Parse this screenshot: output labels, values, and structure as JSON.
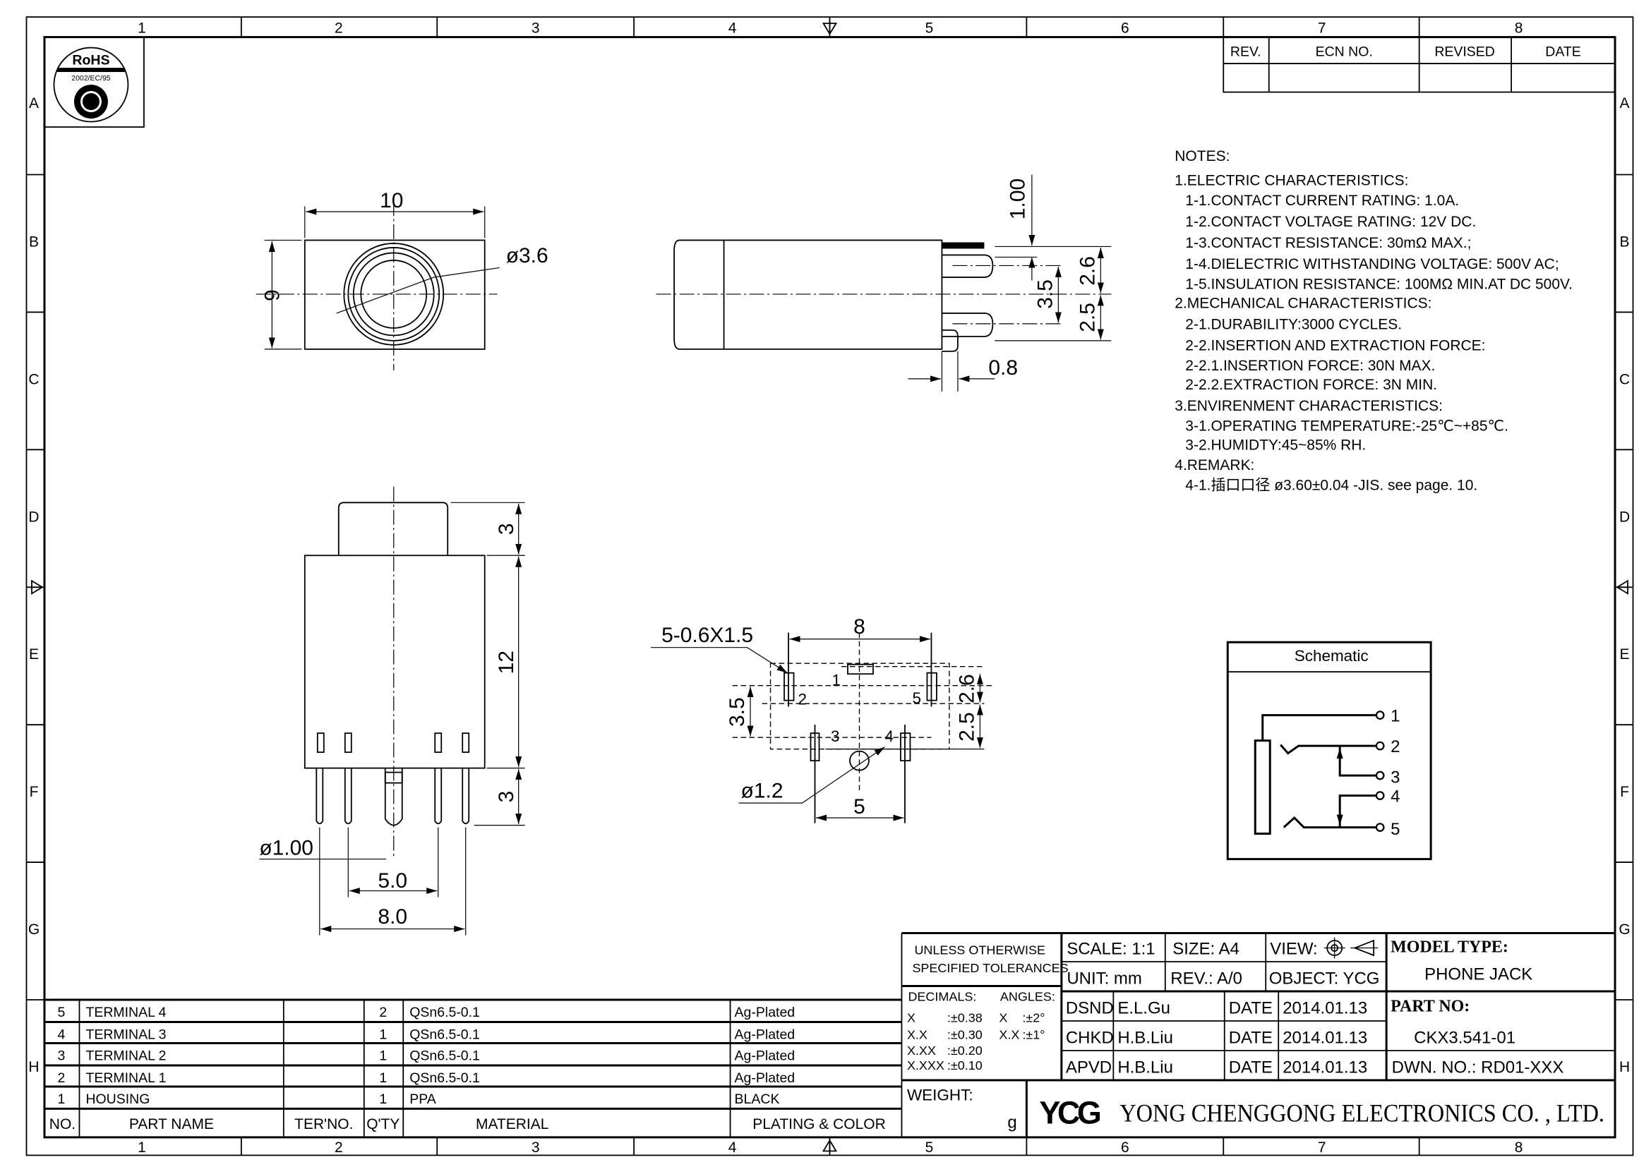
{
  "zones": {
    "columns": [
      "1",
      "2",
      "3",
      "4",
      "5",
      "6",
      "7",
      "8"
    ],
    "rows": [
      "A",
      "B",
      "C",
      "D",
      "E",
      "F",
      "G",
      "H"
    ]
  },
  "revision_block": {
    "headers": [
      "REV.",
      "ECN NO.",
      "REVISED",
      "DATE"
    ],
    "rows": []
  },
  "rohs_logo": {
    "title": "RoHS",
    "subtitle": "2002/EC/95"
  },
  "notes": {
    "title": "NOTES:",
    "lines": [
      "1.ELECTRIC  CHARACTERISTICS:",
      "1-1.CONTACT  CURRENT  RATING:  1.0A.",
      "1-2.CONTACT  VOLTAGE  RATING:  12V  DC.",
      "1-3.CONTACT  RESISTANCE:  30mΩ  MAX.;",
      "1-4.DIELECTRIC  WITHSTANDING  VOLTAGE:  500V  AC;",
      "1-5.INSULATION  RESISTANCE:  100MΩ  MIN.AT  DC  500V.",
      "2.MECHANICAL  CHARACTERISTICS:",
      "2-1.DURABILITY:3000  CYCLES.",
      "2-2.INSERTION  AND  EXTRACTION  FORCE:",
      "2-2.1.INSERTION  FORCE:  30N  MAX.",
      "2-2.2.EXTRACTION  FORCE:  3N  MIN.",
      "3.ENVIRENMENT  CHARACTERISTICS:",
      "3-1.OPERATING  TEMPERATURE:-25℃~+85℃.",
      "3-2.HUMIDTY:45~85% RH.",
      "4.REMARK:",
      "4-1.插口口径  ø3.60±0.04  -JIS.  see  page.  10."
    ]
  },
  "front_view": {
    "width_dim": "10",
    "height_dim": "6",
    "bore_dim": "ø3.6"
  },
  "side_view": {
    "pin_thickness_dim": "1.00",
    "dim_a": "2.6",
    "dim_b": "2.5",
    "dim_c": "3.5",
    "dim_d": "0.8"
  },
  "bottom_view": {
    "boss_dim": "3",
    "body_dim": "12",
    "pin_dim": "3",
    "pin_dia": "ø1.00",
    "pitch_inner": "5.0",
    "pitch_outer": "8.0"
  },
  "footprint": {
    "slot_callout": "5-0.6X1.5",
    "hole_callout": "ø1.2",
    "width_dim": "8",
    "bottom_dim": "5",
    "left_dim": "3.5",
    "right_top_dim": "2.6",
    "right_bottom_dim": "2.5",
    "pin_labels": [
      "1",
      "2",
      "3",
      "4",
      "5"
    ]
  },
  "schematic": {
    "title": "Schematic",
    "pins": [
      "1",
      "2",
      "3",
      "4",
      "5"
    ]
  },
  "parts_table": {
    "headers": [
      "NO.",
      "PART NAME",
      "TER'NO.",
      "Q'TY",
      "MATERIAL",
      "PLATING & COLOR"
    ],
    "rows": [
      {
        "no": "5",
        "name": "TERMINAL 4",
        "ter": "",
        "qty": "2",
        "material": "QSn6.5-0.1",
        "plating": "Ag-Plated"
      },
      {
        "no": "4",
        "name": "TERMINAL 3",
        "ter": "",
        "qty": "1",
        "material": "QSn6.5-0.1",
        "plating": "Ag-Plated"
      },
      {
        "no": "3",
        "name": "TERMINAL 2",
        "ter": "",
        "qty": "1",
        "material": "QSn6.5-0.1",
        "plating": "Ag-Plated"
      },
      {
        "no": "2",
        "name": "TERMINAL 1",
        "ter": "",
        "qty": "1",
        "material": "QSn6.5-0.1",
        "plating": "Ag-Plated"
      },
      {
        "no": "1",
        "name": "HOUSING",
        "ter": "",
        "qty": "1",
        "material": "PPA",
        "plating": "BLACK"
      }
    ]
  },
  "title_block": {
    "tolerance_title_1": "UNLESS OTHERWISE",
    "tolerance_title_2": "SPECIFIED TOLERANCES",
    "decimals_label": "DECIMALS:",
    "angles_label": "ANGLES:",
    "decimals": [
      [
        "X",
        ":±0.38"
      ],
      [
        "X.X",
        ":±0.30"
      ],
      [
        "X.XX",
        ":±0.20"
      ],
      [
        "X.XXX",
        ":±0.10"
      ]
    ],
    "angles": [
      [
        "X",
        ":±2°"
      ],
      [
        "X.X",
        ":±1°"
      ]
    ],
    "weight_label": "WEIGHT:",
    "weight_unit": "g",
    "scale": "SCALE:  1:1",
    "size": "SIZE:  A4",
    "view": "VIEW:",
    "unit": "UNIT:  mm",
    "rev": "REV.:  A/0",
    "object": "OBJECT:  YCG",
    "model_type_label": "MODEL  TYPE:",
    "model_type": "PHONE  JACK",
    "part_no_label": "PART  NO:",
    "part_no": "CKX3.541-01",
    "dwn_no": "DWN.  NO.:  RD01-XXX",
    "signoffs": [
      {
        "role": "DSND",
        "name": "E.L.Gu",
        "date_label": "DATE",
        "date": "2014.01.13"
      },
      {
        "role": "CHKD",
        "name": "H.B.Liu",
        "date_label": "DATE",
        "date": "2014.01.13"
      },
      {
        "role": "APVD",
        "name": "H.B.Liu",
        "date_label": "DATE",
        "date": "2014.01.13"
      }
    ],
    "logo": "YCG",
    "company": "YONG  CHENGGONG  ELECTRONICS  CO. , LTD."
  }
}
